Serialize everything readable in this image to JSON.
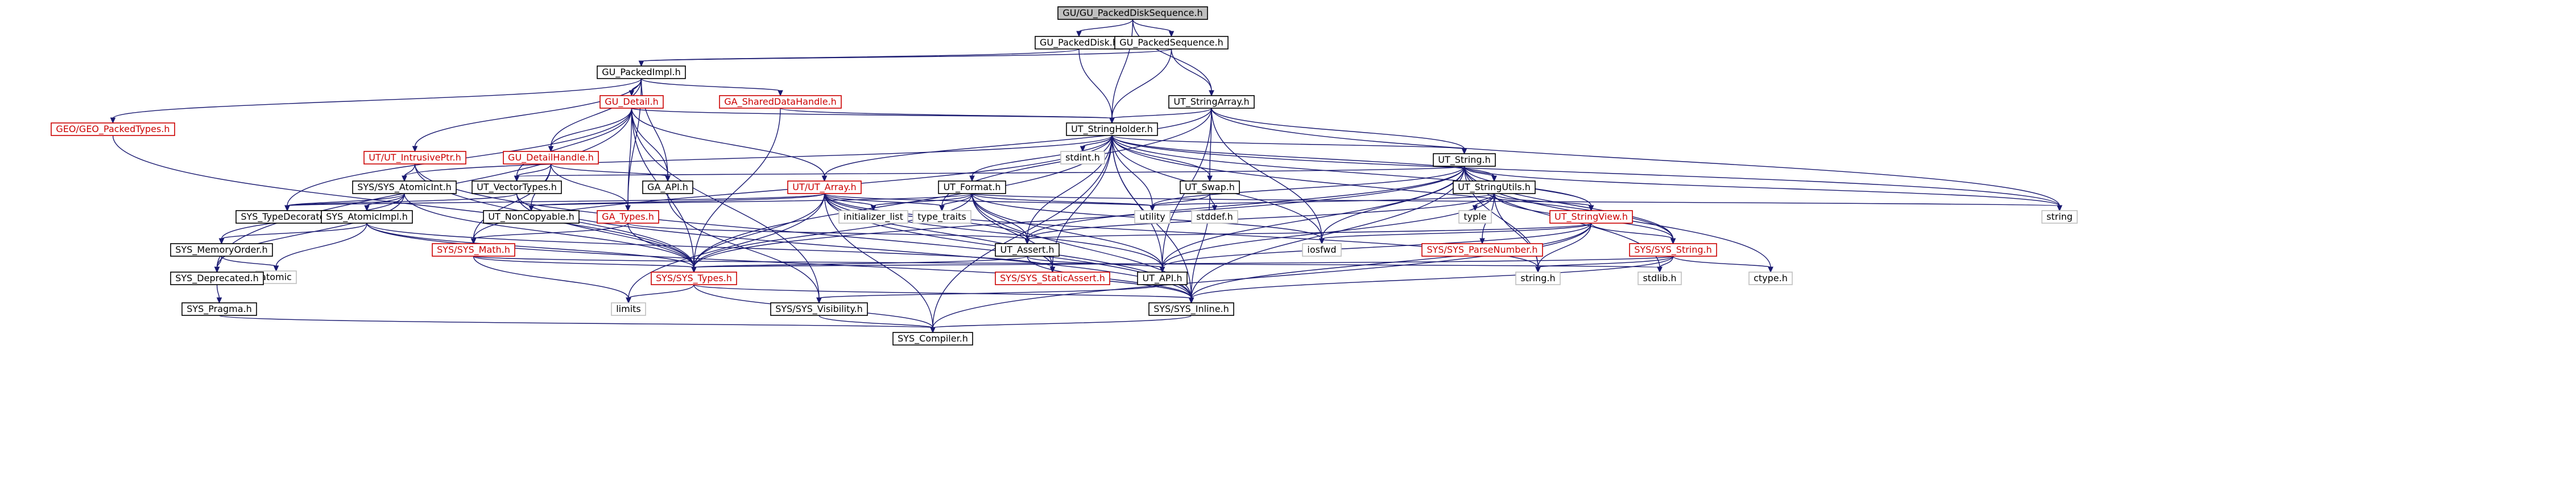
{
  "colors": {
    "edge": "#191970",
    "node_border_normal": "#000000",
    "node_border_incomplete": "#cc0000",
    "node_border_external": "#bfbfbf",
    "node_fill_root": "#bfbfbf",
    "node_fill": "#ffffff",
    "text_normal": "#000000",
    "text_incomplete": "#cc0000"
  },
  "nodes": [
    {
      "id": "root",
      "label": "GU/GU_PackedDiskSequence.h",
      "style": "root"
    },
    {
      "id": "gu_pdisk",
      "label": "GU_PackedDisk.h",
      "style": "normal"
    },
    {
      "id": "gu_pseq",
      "label": "GU_PackedSequence.h",
      "style": "normal"
    },
    {
      "id": "gu_pimpl",
      "label": "GU_PackedImpl.h",
      "style": "normal"
    },
    {
      "id": "ut_strarray",
      "label": "UT_StringArray.h",
      "style": "normal"
    },
    {
      "id": "geo_ptypes",
      "label": "GEO/GEO_PackedTypes.h",
      "style": "incomplete"
    },
    {
      "id": "gu_detail",
      "label": "GU_Detail.h",
      "style": "incomplete"
    },
    {
      "id": "ga_shared",
      "label": "GA_SharedDataHandle.h",
      "style": "incomplete"
    },
    {
      "id": "ut_strholder",
      "label": "UT_StringHolder.h",
      "style": "normal"
    },
    {
      "id": "ut_intrusive",
      "label": "UT/UT_IntrusivePtr.h",
      "style": "incomplete"
    },
    {
      "id": "gu_dhandle",
      "label": "GU_DetailHandle.h",
      "style": "incomplete"
    },
    {
      "id": "stdint",
      "label": "stdint.h",
      "style": "external"
    },
    {
      "id": "ut_string",
      "label": "UT_String.h",
      "style": "normal"
    },
    {
      "id": "sys_atomicint",
      "label": "SYS/SYS_AtomicInt.h",
      "style": "normal"
    },
    {
      "id": "ut_vectortypes",
      "label": "UT_VectorTypes.h",
      "style": "normal"
    },
    {
      "id": "ga_api",
      "label": "GA_API.h",
      "style": "normal"
    },
    {
      "id": "ut_array",
      "label": "UT/UT_Array.h",
      "style": "incomplete"
    },
    {
      "id": "ut_format",
      "label": "UT_Format.h",
      "style": "normal"
    },
    {
      "id": "ut_swap",
      "label": "UT_Swap.h",
      "style": "normal"
    },
    {
      "id": "ut_strutils",
      "label": "UT_StringUtils.h",
      "style": "normal"
    },
    {
      "id": "sys_typedecorate",
      "label": "SYS_TypeDecorate.h",
      "style": "normal"
    },
    {
      "id": "sys_atomicimpl",
      "label": "SYS_AtomicImpl.h",
      "style": "normal"
    },
    {
      "id": "ut_noncopy",
      "label": "UT_NonCopyable.h",
      "style": "normal"
    },
    {
      "id": "ga_types",
      "label": "GA_Types.h",
      "style": "incomplete"
    },
    {
      "id": "init_list",
      "label": "initializer_list",
      "style": "external"
    },
    {
      "id": "type_traits",
      "label": "type_traits",
      "style": "external"
    },
    {
      "id": "utility",
      "label": "utility",
      "style": "external"
    },
    {
      "id": "stddef",
      "label": "stddef.h",
      "style": "external"
    },
    {
      "id": "typle",
      "label": "typle",
      "style": "external"
    },
    {
      "id": "ut_strview",
      "label": "UT_StringView.h",
      "style": "incomplete"
    },
    {
      "id": "string_std",
      "label": "string",
      "style": "external"
    },
    {
      "id": "sys_memorder",
      "label": "SYS_MemoryOrder.h",
      "style": "normal"
    },
    {
      "id": "sys_math",
      "label": "SYS/SYS_Math.h",
      "style": "incomplete"
    },
    {
      "id": "ut_assert",
      "label": "UT_Assert.h",
      "style": "normal"
    },
    {
      "id": "iosfwd",
      "label": "iosfwd",
      "style": "external"
    },
    {
      "id": "sys_parsenum",
      "label": "SYS/SYS_ParseNumber.h",
      "style": "incomplete"
    },
    {
      "id": "sys_string",
      "label": "SYS/SYS_String.h",
      "style": "incomplete"
    },
    {
      "id": "atomic",
      "label": "atomic",
      "style": "external"
    },
    {
      "id": "sys_deprecated",
      "label": "SYS_Deprecated.h",
      "style": "normal"
    },
    {
      "id": "sys_types",
      "label": "SYS/SYS_Types.h",
      "style": "incomplete"
    },
    {
      "id": "sys_static",
      "label": "SYS/SYS_StaticAssert.h",
      "style": "incomplete"
    },
    {
      "id": "ut_api",
      "label": "UT_API.h",
      "style": "normal"
    },
    {
      "id": "string_h",
      "label": "string.h",
      "style": "external"
    },
    {
      "id": "stdlib",
      "label": "stdlib.h",
      "style": "external"
    },
    {
      "id": "ctype",
      "label": "ctype.h",
      "style": "external"
    },
    {
      "id": "sys_pragma",
      "label": "SYS_Pragma.h",
      "style": "normal"
    },
    {
      "id": "limits",
      "label": "limits",
      "style": "external"
    },
    {
      "id": "sys_visibility",
      "label": "SYS/SYS_Visibility.h",
      "style": "normal"
    },
    {
      "id": "sys_inline",
      "label": "SYS/SYS_Inline.h",
      "style": "normal"
    },
    {
      "id": "sys_compiler",
      "label": "SYS_Compiler.h",
      "style": "normal"
    }
  ],
  "edges": [
    [
      "root",
      "gu_pdisk"
    ],
    [
      "root",
      "gu_pseq"
    ],
    [
      "root",
      "ut_strarray"
    ],
    [
      "root",
      "ut_strholder"
    ],
    [
      "gu_pdisk",
      "gu_pimpl"
    ],
    [
      "gu_pdisk",
      "ut_strholder"
    ],
    [
      "gu_pseq",
      "gu_pimpl"
    ],
    [
      "gu_pseq",
      "ut_strarray"
    ],
    [
      "gu_pseq",
      "ut_strholder"
    ],
    [
      "gu_pimpl",
      "geo_ptypes"
    ],
    [
      "gu_pimpl",
      "gu_detail"
    ],
    [
      "gu_pimpl",
      "ga_shared"
    ],
    [
      "gu_pimpl",
      "ut_intrusive"
    ],
    [
      "gu_pimpl",
      "gu_dhandle"
    ],
    [
      "gu_pimpl",
      "ga_api"
    ],
    [
      "gu_pimpl",
      "ga_types"
    ],
    [
      "ut_strarray",
      "ut_strholder"
    ],
    [
      "ut_strarray",
      "ut_string"
    ],
    [
      "ut_strarray",
      "ut_array"
    ],
    [
      "ut_strarray",
      "ut_swap"
    ],
    [
      "ut_strarray",
      "ut_api"
    ],
    [
      "ut_strarray",
      "iosfwd"
    ],
    [
      "ut_strarray",
      "string_std"
    ],
    [
      "ut_strarray",
      "type_traits"
    ],
    [
      "geo_ptypes",
      "sys_types"
    ],
    [
      "gu_detail",
      "ut_strholder"
    ],
    [
      "gu_detail",
      "gu_dhandle"
    ],
    [
      "gu_detail",
      "ga_api"
    ],
    [
      "gu_detail",
      "ut_array"
    ],
    [
      "gu_detail",
      "ga_types"
    ],
    [
      "gu_detail",
      "ut_vectortypes"
    ],
    [
      "gu_detail",
      "sys_typedecorate"
    ],
    [
      "gu_detail",
      "sys_types"
    ],
    [
      "gu_detail",
      "sys_visibility"
    ],
    [
      "gu_detail",
      "sys_deprecated"
    ],
    [
      "ga_shared",
      "ut_strholder"
    ],
    [
      "ga_shared",
      "sys_types"
    ],
    [
      "ut_strholder",
      "ut_string"
    ],
    [
      "ut_strholder",
      "ut_strutils"
    ],
    [
      "ut_strholder",
      "ut_format"
    ],
    [
      "ut_strholder",
      "ut_swap"
    ],
    [
      "ut_strholder",
      "stdint"
    ],
    [
      "ut_strholder",
      "ut_assert"
    ],
    [
      "ut_strholder",
      "ut_api"
    ],
    [
      "ut_strholder",
      "sys_atomicint"
    ],
    [
      "ut_strholder",
      "sys_types"
    ],
    [
      "ut_strholder",
      "sys_static"
    ],
    [
      "ut_strholder",
      "sys_inline"
    ],
    [
      "ut_strholder",
      "sys_compiler"
    ],
    [
      "ut_strholder",
      "utility"
    ],
    [
      "ut_strholder",
      "iosfwd"
    ],
    [
      "ut_strholder",
      "string_std"
    ],
    [
      "ut_strholder",
      "sys_math"
    ],
    [
      "ut_strholder",
      "ut_strview"
    ],
    [
      "ut_strholder",
      "sys_string"
    ],
    [
      "ut_intrusive",
      "sys_atomicint"
    ],
    [
      "ut_intrusive",
      "sys_types"
    ],
    [
      "ut_intrusive",
      "sys_inline"
    ],
    [
      "gu_dhandle",
      "ga_api"
    ],
    [
      "gu_dhandle",
      "ga_types"
    ],
    [
      "gu_dhandle",
      "ut_noncopy"
    ],
    [
      "gu_dhandle",
      "ut_vectortypes"
    ],
    [
      "gu_dhandle",
      "sys_math"
    ],
    [
      "ut_string",
      "ut_strutils"
    ],
    [
      "ut_string",
      "ut_strview"
    ],
    [
      "ut_string",
      "ut_vectortypes"
    ],
    [
      "ut_string",
      "ut_assert"
    ],
    [
      "ut_string",
      "ut_api"
    ],
    [
      "ut_string",
      "sys_string"
    ],
    [
      "ut_string",
      "sys_types"
    ],
    [
      "ut_string",
      "sys_inline"
    ],
    [
      "ut_string",
      "iosfwd"
    ],
    [
      "ut_string",
      "string_h"
    ],
    [
      "ut_string",
      "stdlib"
    ],
    [
      "ut_string",
      "ctype"
    ],
    [
      "ut_string",
      "string_std"
    ],
    [
      "ut_string",
      "utility"
    ],
    [
      "sys_atomicint",
      "sys_atomicimpl"
    ],
    [
      "sys_atomicint",
      "sys_memorder"
    ],
    [
      "sys_atomicint",
      "sys_deprecated"
    ],
    [
      "sys_atomicint",
      "sys_types"
    ],
    [
      "sys_atomicint",
      "sys_typedecorate"
    ],
    [
      "ut_vectortypes",
      "sys_typedecorate"
    ],
    [
      "ut_vectortypes",
      "sys_types"
    ],
    [
      "ut_vectortypes",
      "sys_inline"
    ],
    [
      "ga_api",
      "sys_visibility"
    ],
    [
      "ut_array",
      "ut_noncopy"
    ],
    [
      "ut_array",
      "sys_typedecorate"
    ],
    [
      "ut_array",
      "ut_assert"
    ],
    [
      "ut_array",
      "ut_api"
    ],
    [
      "ut_array",
      "sys_types"
    ],
    [
      "ut_array",
      "sys_compiler"
    ],
    [
      "ut_array",
      "sys_static"
    ],
    [
      "ut_array",
      "init_list"
    ],
    [
      "ut_array",
      "type_traits"
    ],
    [
      "ut_array",
      "string_h"
    ],
    [
      "ut_array",
      "utility"
    ],
    [
      "ut_array",
      "sys_inline"
    ],
    [
      "ut_array",
      "limits"
    ],
    [
      "ut_format",
      "ut_assert"
    ],
    [
      "ut_format",
      "ut_noncopy"
    ],
    [
      "ut_format",
      "ut_api"
    ],
    [
      "ut_format",
      "sys_types"
    ],
    [
      "ut_format",
      "sys_inline"
    ],
    [
      "ut_format",
      "sys_static"
    ],
    [
      "ut_format",
      "init_list"
    ],
    [
      "ut_format",
      "type_traits"
    ],
    [
      "ut_format",
      "utility"
    ],
    [
      "ut_format",
      "iosfwd"
    ],
    [
      "ut_format",
      "string_std"
    ],
    [
      "ut_swap",
      "utility"
    ],
    [
      "ut_swap",
      "stddef"
    ],
    [
      "ut_swap",
      "sys_inline"
    ],
    [
      "ut_strutils",
      "ut_strview"
    ],
    [
      "ut_strutils",
      "ut_assert"
    ],
    [
      "ut_strutils",
      "ut_api"
    ],
    [
      "ut_strutils",
      "sys_parsenum"
    ],
    [
      "ut_strutils",
      "sys_string"
    ],
    [
      "ut_strutils",
      "typle"
    ],
    [
      "ut_strutils",
      "utility"
    ],
    [
      "ut_strutils",
      "string_h"
    ],
    [
      "sys_atomicimpl",
      "sys_memorder"
    ],
    [
      "sys_atomicimpl",
      "sys_types"
    ],
    [
      "sys_atomicimpl",
      "sys_static"
    ],
    [
      "sys_atomicimpl",
      "sys_inline"
    ],
    [
      "sys_atomicimpl",
      "atomic"
    ],
    [
      "ga_types",
      "ut_assert"
    ],
    [
      "ga_types",
      "sys_math"
    ],
    [
      "ga_types",
      "sys_types"
    ],
    [
      "ut_strview",
      "sys_string"
    ],
    [
      "ut_strview",
      "ut_assert"
    ],
    [
      "ut_strview",
      "ut_api"
    ],
    [
      "ut_strview",
      "sys_inline"
    ],
    [
      "ut_strview",
      "sys_compiler"
    ],
    [
      "ut_strview",
      "iosfwd"
    ],
    [
      "ut_strview",
      "string_h"
    ],
    [
      "sys_memorder",
      "sys_deprecated"
    ],
    [
      "sys_memorder",
      "atomic"
    ],
    [
      "sys_math",
      "sys_types"
    ],
    [
      "sys_math",
      "limits"
    ],
    [
      "sys_math",
      "stdlib"
    ],
    [
      "ut_assert",
      "ut_api"
    ],
    [
      "ut_assert",
      "sys_types"
    ],
    [
      "ut_assert",
      "sys_inline"
    ],
    [
      "sys_string",
      "sys_types"
    ],
    [
      "sys_string",
      "sys_inline"
    ],
    [
      "sys_string",
      "string_h"
    ],
    [
      "sys_string",
      "ctype"
    ],
    [
      "sys_string",
      "stdlib"
    ],
    [
      "sys_deprecated",
      "sys_pragma"
    ],
    [
      "sys_types",
      "sys_inline"
    ],
    [
      "sys_types",
      "sys_compiler"
    ],
    [
      "sys_types",
      "limits"
    ],
    [
      "ut_api",
      "sys_visibility"
    ],
    [
      "sys_visibility",
      "sys_compiler"
    ],
    [
      "sys_inline",
      "sys_compiler"
    ],
    [
      "sys_pragma",
      "sys_compiler"
    ]
  ]
}
